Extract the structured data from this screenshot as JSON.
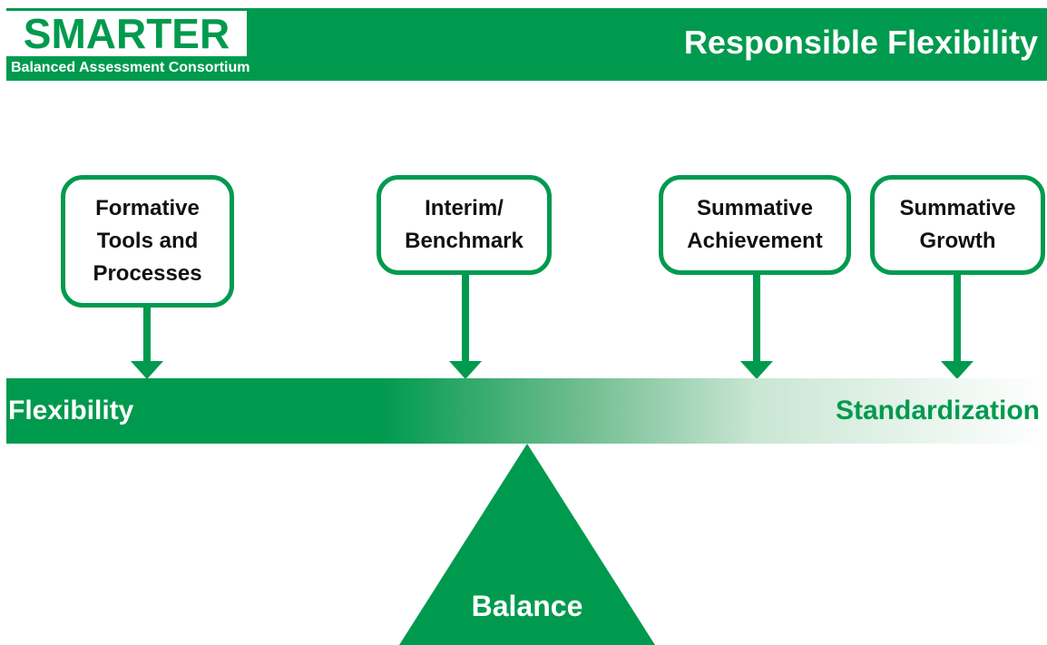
{
  "header": {
    "logo_main": "SMARTER",
    "logo_sub": "Balanced Assessment Consortium",
    "title": "Responsible Flexibility"
  },
  "cards": [
    {
      "label": "Formative\nTools and\nProcesses"
    },
    {
      "label": "Interim/\nBenchmark"
    },
    {
      "label": "Summative\nAchievement"
    },
    {
      "label": "Summative\nGrowth"
    }
  ],
  "beam": {
    "left_label": "Flexibility",
    "right_label": "Standardization"
  },
  "fulcrum": {
    "label": "Balance"
  },
  "colors": {
    "brand_green": "#009a4e",
    "text_dark": "#111111",
    "white": "#ffffff"
  }
}
